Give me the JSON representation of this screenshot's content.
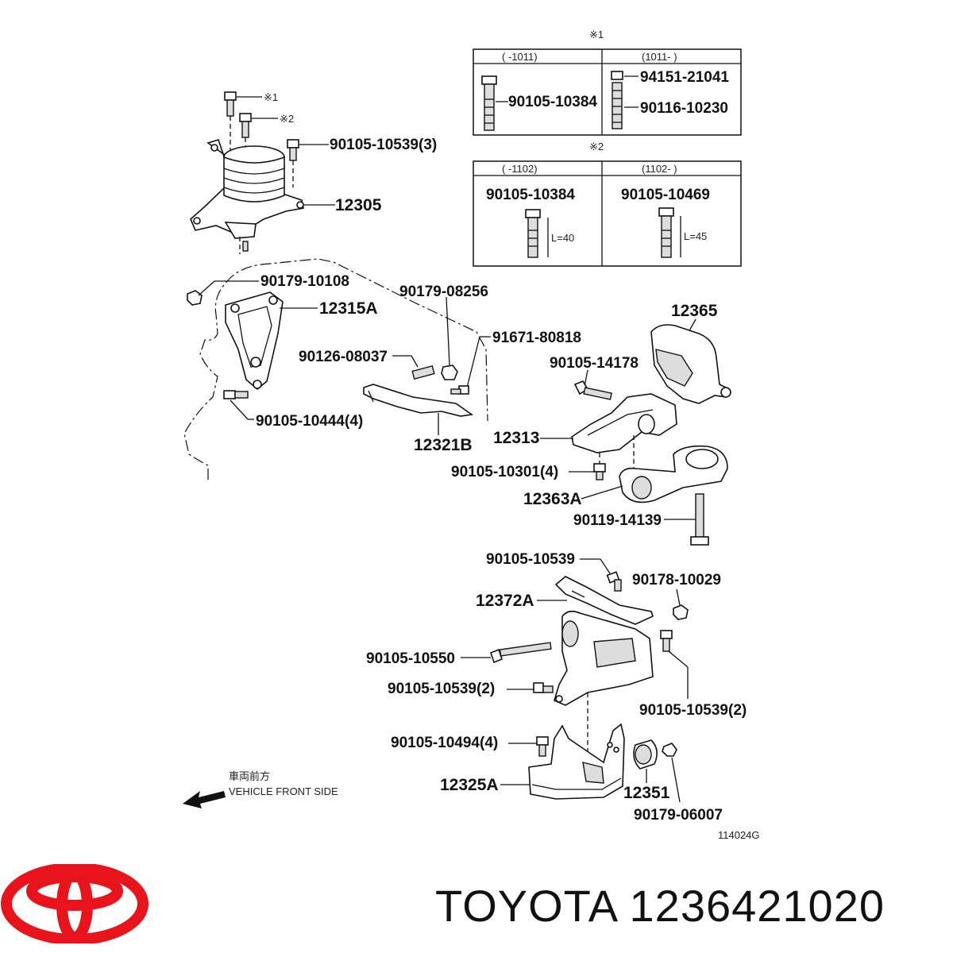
{
  "labels": {
    "p90105_10539_3": "90105-10539(3)",
    "p12305": "12305",
    "p90179_10108": "90179-10108",
    "p12315A": "12315A",
    "p90179_08256": "90179-08256",
    "p91671_80818": "91671-80818",
    "p90126_08037": "90126-08037",
    "p90105_10444_4": "90105-10444(4)",
    "p12321B": "12321B",
    "p12365": "12365",
    "p90105_14178": "90105-14178",
    "p12313": "12313",
    "p90105_10301_4": "90105-10301(4)",
    "p12363A": "12363A",
    "p90119_14139": "90119-14139",
    "p90105_10539_top": "90105-10539",
    "p90178_10029": "90178-10029",
    "p12372A": "12372A",
    "p90105_10550": "90105-10550",
    "p90105_10539_2a": "90105-10539(2)",
    "p90105_10539_2b": "90105-10539(2)",
    "p90105_10494_4": "90105-10494(4)",
    "p12325A": "12325A",
    "p12351": "12351",
    "p90179_06007": "90179-06007",
    "note1_marker": "※1",
    "note2_marker": "※2",
    "drawing_code": "114024G",
    "front_side_jp": "車両前方",
    "front_side_en": "VEHICLE FRONT SIDE"
  },
  "table1": {
    "marker": "※1",
    "col1_header": "(        -1011)",
    "col2_header": "(1011-        )",
    "col1_part": "90105-10384",
    "col2_part_top": "94151-21041",
    "col2_part_bottom": "90116-10230"
  },
  "table2": {
    "marker": "※2",
    "col1_header": "(        -1102)",
    "col2_header": "(1102-        )",
    "col1_part": "90105-10384",
    "col2_part": "90105-10469",
    "col1_length": "L=40",
    "col2_length": "L=45"
  },
  "footer": {
    "caption": "TOYOTA 1236421020",
    "logo_color": "#e8131b"
  }
}
